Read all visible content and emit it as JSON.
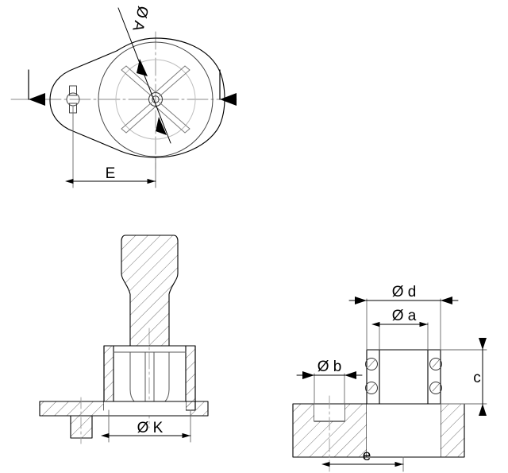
{
  "drawing": {
    "title": "Flanged hub / pedestal technical drawing",
    "line_color": "#000000",
    "thin_line_color": "#555555",
    "center_line_color": "#999999",
    "hatch_color": "#777777",
    "background": "#ffffff",
    "sheet_width": 640,
    "sheet_height": 595
  },
  "views": {
    "plan": {
      "name": "plan-view",
      "description": "Top plan view, teardrop outline with central hub and four spokes",
      "labels": {
        "bore_diameter": "Ø A",
        "offset": "E"
      },
      "section_arrows": {
        "left": "section-arrow-down-left",
        "right": "section-arrow-down-right"
      }
    },
    "section_left": {
      "name": "section-view-pedestal",
      "description": "Vertical cross section of pedestal column with base flange",
      "labels": {
        "bolt_circle": "Ø K"
      }
    },
    "section_right": {
      "name": "section-view-flange",
      "description": "Cross section of flanged bearing hub",
      "labels": {
        "outer_diameter": "Ø d",
        "bore_diameter": "Ø a",
        "hole_diameter": "Ø b",
        "height": "c",
        "hole_spacing": "e"
      }
    }
  },
  "dimension_labels": [
    {
      "id": "dim-A",
      "text": "Ø A",
      "view": "plan",
      "rotated": true
    },
    {
      "id": "dim-E",
      "text": "E",
      "view": "plan",
      "rotated": false
    },
    {
      "id": "dim-K",
      "text": "Ø K",
      "view": "section_left",
      "rotated": false
    },
    {
      "id": "dim-d",
      "text": "Ø d",
      "view": "section_right",
      "rotated": false
    },
    {
      "id": "dim-a",
      "text": "Ø a",
      "view": "section_right",
      "rotated": false
    },
    {
      "id": "dim-b",
      "text": "Ø b",
      "view": "section_right",
      "rotated": false
    },
    {
      "id": "dim-c",
      "text": "c",
      "view": "section_right",
      "rotated": false
    },
    {
      "id": "dim-e",
      "text": "e",
      "view": "section_right",
      "rotated": false
    }
  ]
}
